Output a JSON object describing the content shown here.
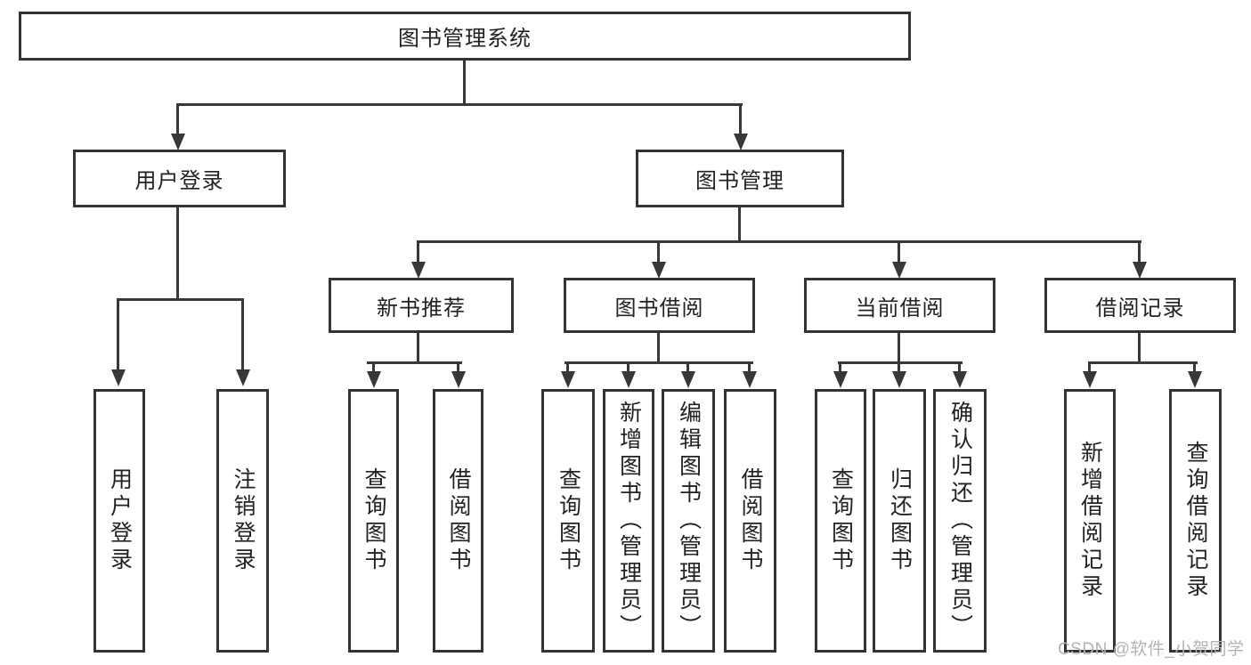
{
  "tree": {
    "root": {
      "label": "图书管理系统"
    },
    "branches": [
      {
        "label": "用户登录",
        "leaves": [
          {
            "label": "用户登录"
          },
          {
            "label": "注销登录"
          }
        ]
      },
      {
        "label": "图书管理",
        "groups": [
          {
            "label": "新书推荐",
            "leaves": [
              {
                "label": "查询图书"
              },
              {
                "label": "借阅图书"
              }
            ]
          },
          {
            "label": "图书借阅",
            "leaves": [
              {
                "label": "查询图书"
              },
              {
                "label": "新增图书（管理员）"
              },
              {
                "label": "编辑图书（管理员）"
              },
              {
                "label": "借阅图书"
              }
            ]
          },
          {
            "label": "当前借阅",
            "leaves": [
              {
                "label": "查询图书"
              },
              {
                "label": "归还图书"
              },
              {
                "label": "确认归还（管理员）"
              }
            ]
          },
          {
            "label": "借阅记录",
            "leaves": [
              {
                "label": "新增借阅记录"
              },
              {
                "label": "查询借阅记录"
              }
            ]
          }
        ]
      }
    ]
  },
  "watermark": {
    "text": "CSDN @软件_小贺同学"
  },
  "style": {
    "line_color": "#333333",
    "text_color": "#222222",
    "watermark_color": "#b3b3b3",
    "background": "#ffffff"
  }
}
